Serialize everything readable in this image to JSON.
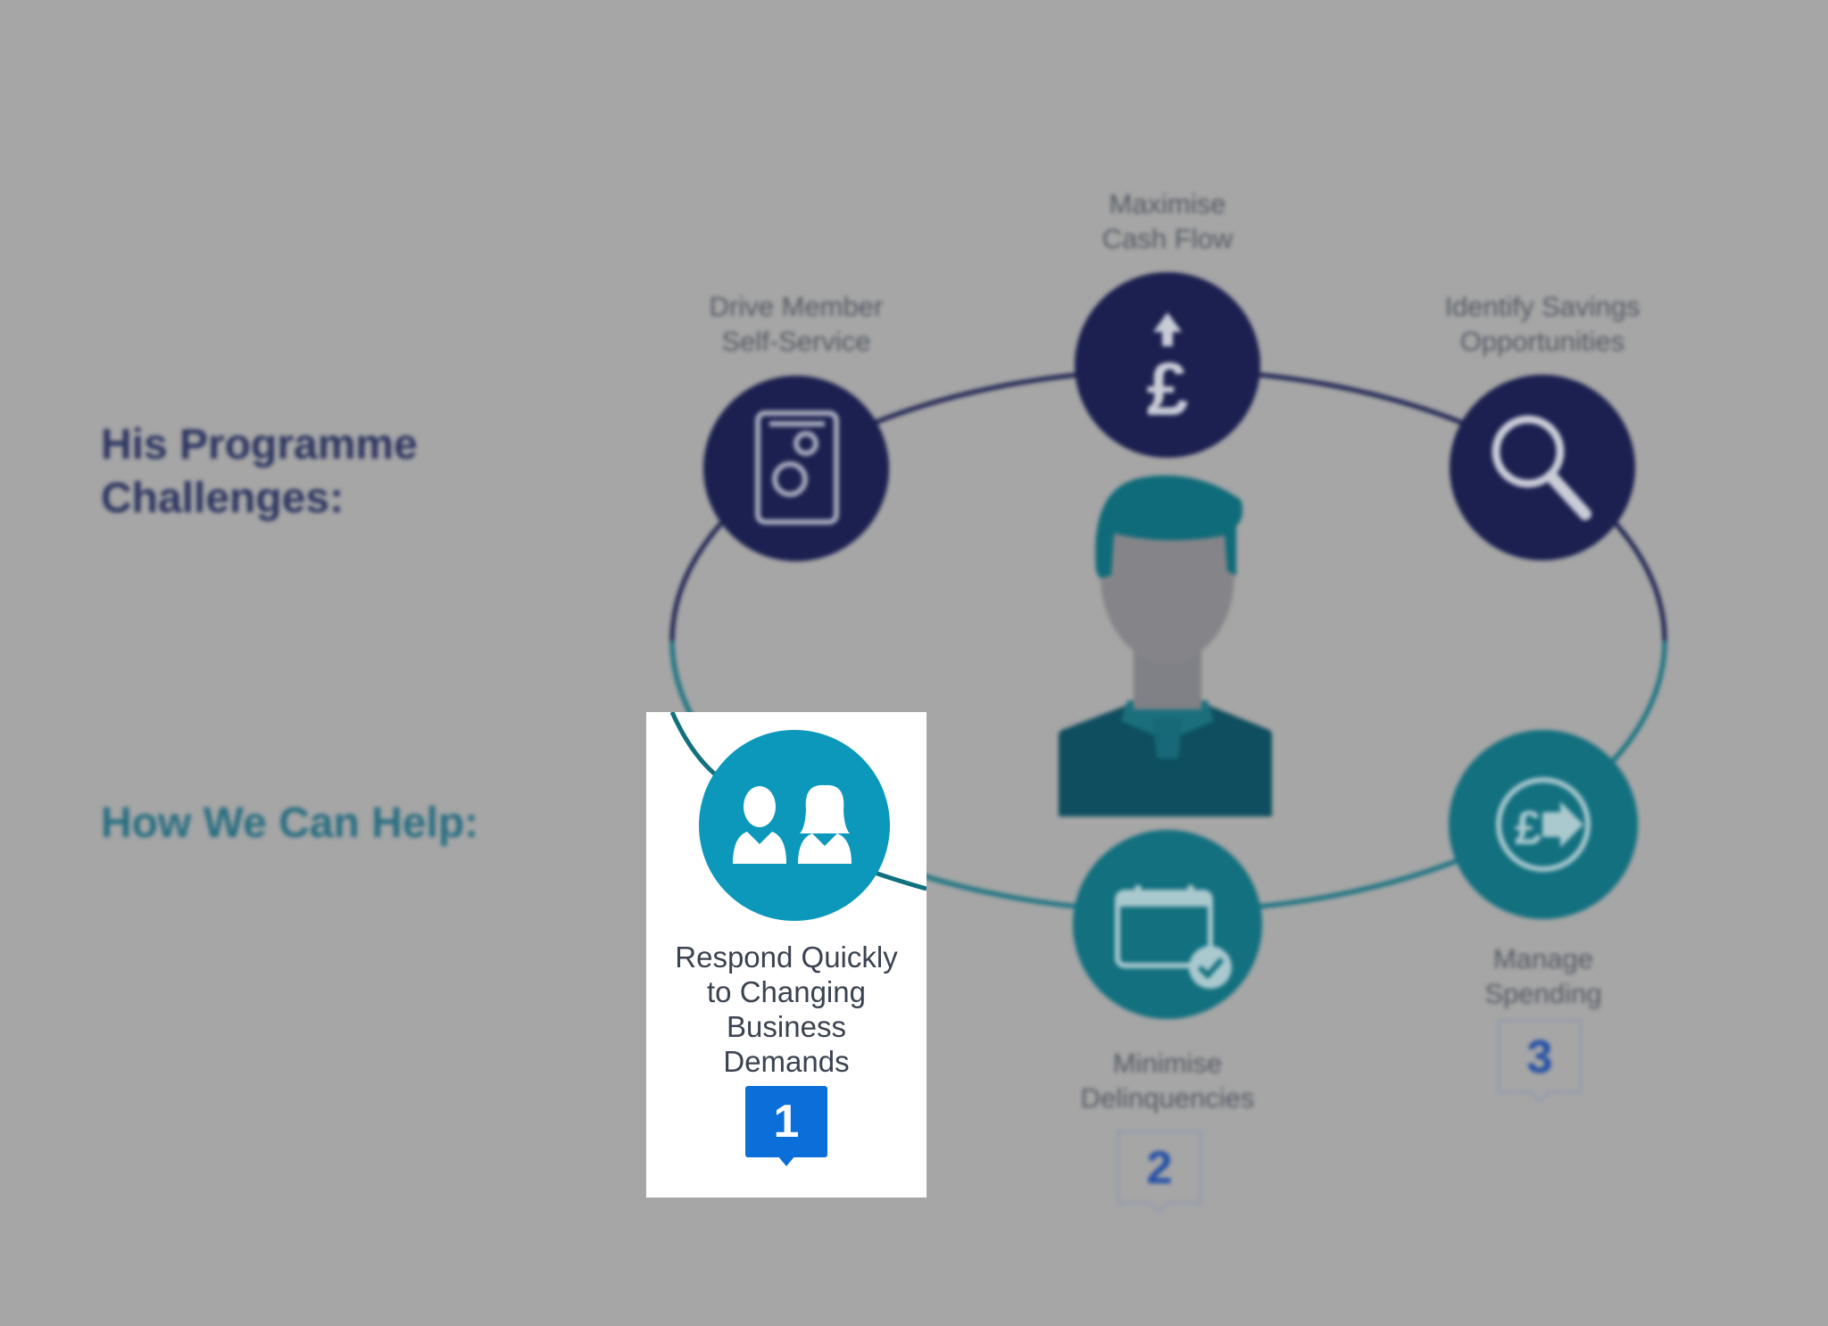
{
  "headings": {
    "challenges": "His Programme Challenges:",
    "challenges_line1": "His Programme",
    "challenges_line2": "Challenges:",
    "help": "How We Can Help:"
  },
  "challenges": [
    {
      "label_lines": [
        "Drive Member",
        "Self-Service"
      ],
      "icon": "tablet-gears-icon"
    },
    {
      "label_lines": [
        "Maximise",
        "Cash Flow"
      ],
      "icon": "pound-up-arrow-icon"
    },
    {
      "label_lines": [
        "Identify Savings",
        "Opportunities"
      ],
      "icon": "magnifier-icon"
    }
  ],
  "help_items": [
    {
      "label_lines": [
        "Respond Quickly",
        "to Changing",
        "Business",
        "Demands"
      ],
      "icon": "people-icon",
      "number": "1",
      "highlighted": true
    },
    {
      "label_lines": [
        "Minimise",
        "Delinquencies"
      ],
      "icon": "calendar-check-icon",
      "number": "2",
      "highlighted": false
    },
    {
      "label_lines": [
        "Manage",
        "Spending"
      ],
      "icon": "pound-transfer-icon",
      "number": "3",
      "highlighted": false
    }
  ],
  "center": {
    "icon": "person-avatar-icon"
  },
  "colors": {
    "background": "#a6a6a6",
    "navy": "#1b2050",
    "teal": "#12707f",
    "highlight_blue": "#0c98ba",
    "badge_blue": "#0a6fd8",
    "muted_text": "#545a63"
  }
}
